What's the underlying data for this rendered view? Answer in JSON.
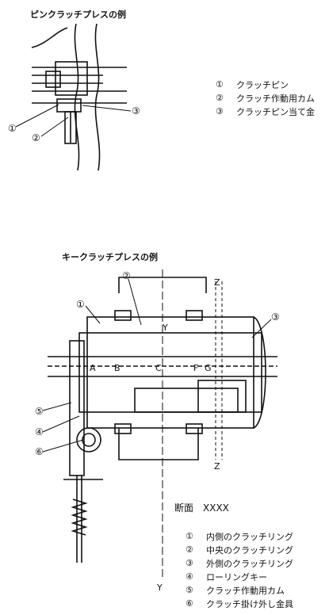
{
  "pin_example": {
    "title": "ピンクラッチプレスの例",
    "legend": [
      {
        "num": "①",
        "label": "クラッチピン"
      },
      {
        "num": "②",
        "label": "クラッチ作動用カム"
      },
      {
        "num": "③",
        "label": "クラッチピン当て金"
      }
    ],
    "callouts": [
      "①",
      "②",
      "③"
    ]
  },
  "key_example": {
    "title": "キークラッチプレスの例",
    "section_label": "断面　XXXX",
    "dimension_labels": [
      "A",
      "B",
      "C",
      "F",
      "G"
    ],
    "axis_labels": {
      "y_top": "Y",
      "y_bottom": "Y",
      "z_top": "Z",
      "z_bottom": "Z"
    },
    "callouts": [
      "①",
      "②",
      "③",
      "④",
      "⑤",
      "⑥"
    ],
    "legend": [
      {
        "num": "①",
        "label": "内側のクラッチリング"
      },
      {
        "num": "②",
        "label": "中央のクラッチリング"
      },
      {
        "num": "③",
        "label": "外側のクラッチリング"
      },
      {
        "num": "④",
        "label": "ローリングキー"
      },
      {
        "num": "⑤",
        "label": "クラッチ作動用カム"
      },
      {
        "num": "⑥",
        "label": "クラッチ掛け外し金具"
      }
    ]
  }
}
